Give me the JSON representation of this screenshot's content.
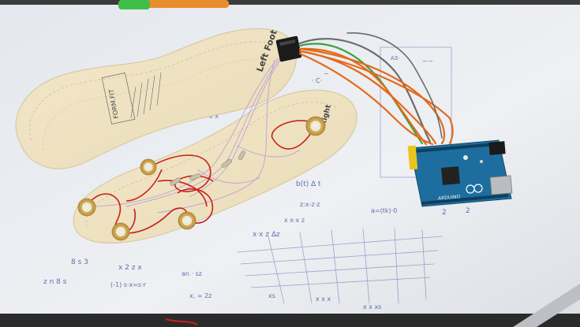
{
  "insole_left": {
    "label": "Left Foot"
  },
  "insole_right": {
    "label": "Right"
  },
  "brand_print": {
    "text": "FORM.FIT"
  },
  "board": {
    "logo_text": "ARDUINO"
  },
  "colors": {
    "whiteboard": "#e9ecf0",
    "insole": "#efe3c2",
    "red_wire": "#c8201c",
    "orange_wire": "#e26a1a",
    "green_wire": "#3aa142",
    "grey_wire": "#6b6b6b",
    "purple_wire": "#b59bd6",
    "board_blue": "#1d6e9e",
    "piezo_brass": "#d8b25a",
    "marker_ink": "#2f3f9a"
  },
  "icons": [
    "piezo-sensor-icon",
    "connector-icon",
    "usb-port-icon",
    "dc-jack-icon",
    "arduino-logo-icon"
  ]
}
